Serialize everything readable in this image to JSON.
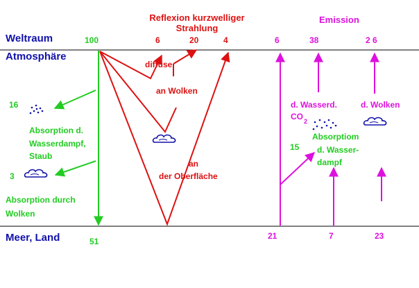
{
  "colors": {
    "blue": "#1111aa",
    "green": "#22cc22",
    "red": "#dd1111",
    "magenta": "#dd11dd",
    "line": "#000000"
  },
  "zones": {
    "space": "Weltraum",
    "atmosphere": "Atmosphäre",
    "surface": "Meer, Land"
  },
  "reflection": {
    "title_line1": "Reflexion kurzwelliger",
    "title_line2": "Strahlung",
    "diffuse_value": "6",
    "clouds_value": "20",
    "surface_value": "4",
    "diffuse_label": "diffuse",
    "clouds_label": "an Wolken",
    "surface_label_line1": "an",
    "surface_label_line2": "der Oberfläche"
  },
  "incoming": {
    "top_value": "100",
    "bottom_value": "51",
    "absorption_vapor_value": "16",
    "absorption_vapor_line1": "Absorption d.",
    "absorption_vapor_line2": "Wasserdampf,",
    "absorption_vapor_line3": "Staub",
    "absorption_clouds_value": "3",
    "absorption_clouds_line1": "Absorption durch",
    "absorption_clouds_line2": "Wolken"
  },
  "emission": {
    "title": "Emission",
    "surface_top_value": "6",
    "vapor_top_value": "38",
    "clouds_top_value": "2 6",
    "vapor_label_line1": "d. Wasserd.",
    "vapor_label_line2": "CO",
    "vapor_label_sub": "2",
    "clouds_label": "d. Wolken",
    "absorb_value": "15",
    "absorb_line1": "Absorptiom",
    "absorb_line2": "d. Wasser-",
    "absorb_line3": "dampf",
    "surface_bottom_value": "21",
    "vapor_bottom_value": "7",
    "clouds_bottom_value": "23"
  },
  "icons": [
    "cloud-icon",
    "dust-icon"
  ]
}
